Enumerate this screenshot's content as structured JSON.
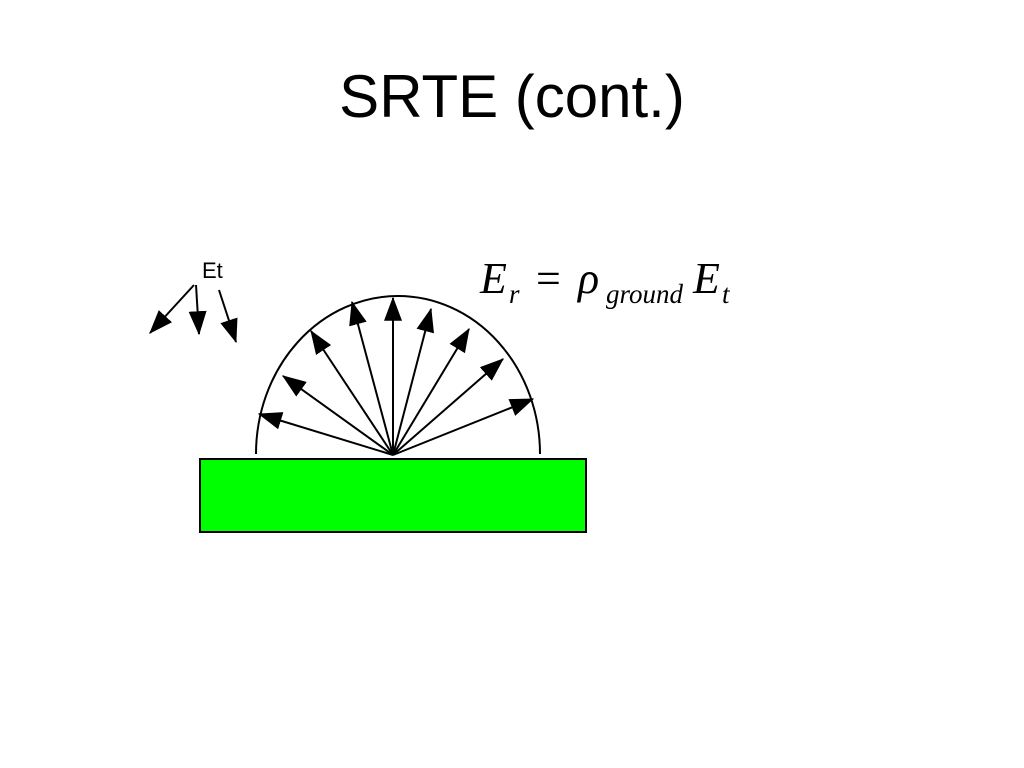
{
  "slide": {
    "title": "SRTE (cont.)"
  },
  "diagram": {
    "incident_label": "Et",
    "equation": {
      "lhs_symbol": "E",
      "lhs_subscript": "r",
      "operator": "=",
      "rho_symbol": "ρ",
      "rho_subscript": "ground",
      "rhs_symbol": "E",
      "rhs_subscript": "t"
    },
    "colors": {
      "ground_fill": "#00ff00",
      "stroke": "#000000"
    }
  }
}
